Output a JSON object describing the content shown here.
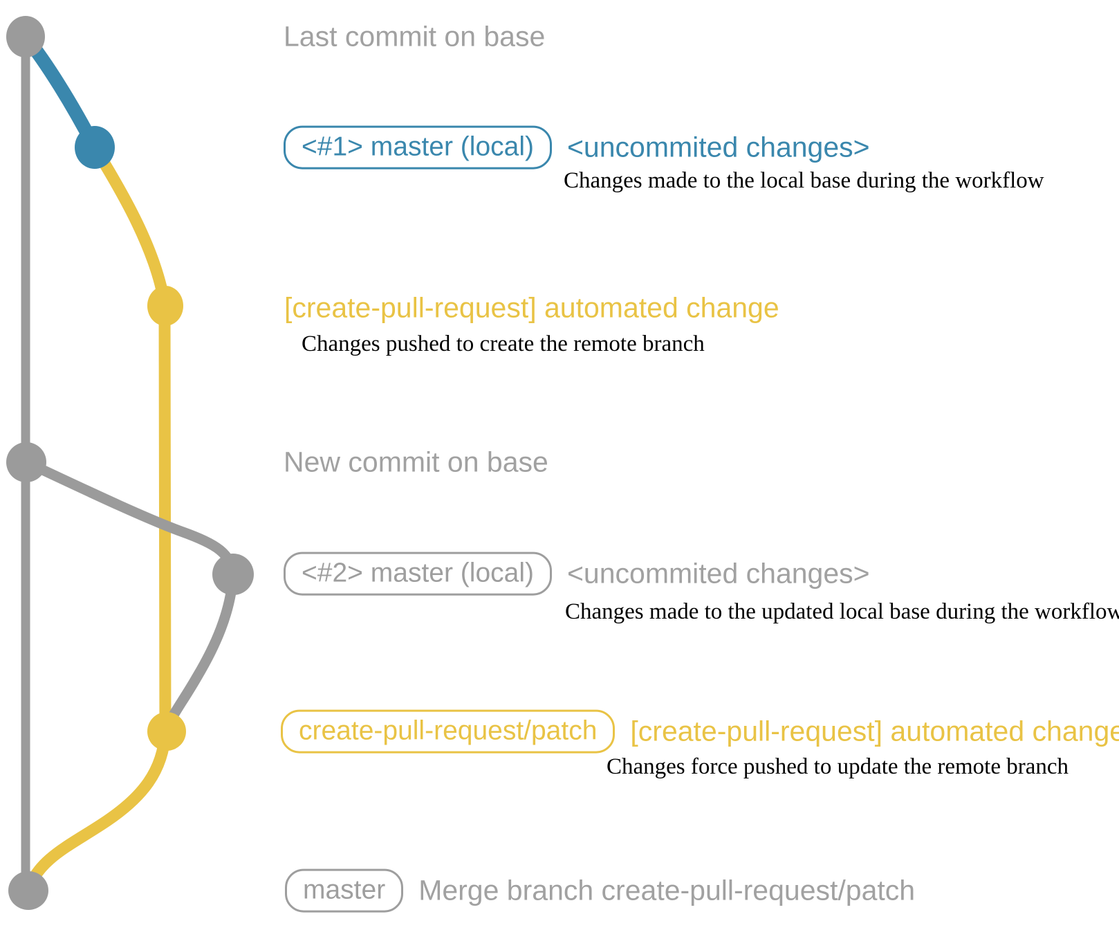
{
  "colors": {
    "gray_graph": "#9b9b9b",
    "gray_text": "#a1a1a1",
    "gray_badge": "#9e9e9e",
    "blue": "#3a87ad",
    "yellow": "#e9c345",
    "description_text": "#000000"
  },
  "graph": {
    "nodes": [
      {
        "id": "last-commit-on-base",
        "color": "gray"
      },
      {
        "id": "local-commit-1",
        "color": "blue"
      },
      {
        "id": "remote-commit-1",
        "color": "yellow"
      },
      {
        "id": "new-commit-on-base",
        "color": "gray"
      },
      {
        "id": "local-commit-2",
        "color": "gray"
      },
      {
        "id": "remote-commit-2",
        "color": "yellow"
      },
      {
        "id": "merge-commit",
        "color": "gray"
      }
    ]
  },
  "annotations": {
    "last_commit_label": "Last commit on base",
    "local1": {
      "branch_badge": "<#1> master (local)",
      "title": "<uncommited changes>",
      "description": "Changes made to the local base during the workflow"
    },
    "push1": {
      "title": "[create-pull-request] automated change",
      "description": "Changes pushed to create the remote branch"
    },
    "new_commit_label": "New commit on base",
    "local2": {
      "branch_badge": "<#2> master (local)",
      "title": "<uncommited changes>",
      "description": "Changes made to the updated local base during the workflow"
    },
    "push2": {
      "branch_badge": "create-pull-request/patch",
      "title": "[create-pull-request] automated change",
      "description": "Changes force pushed to update the remote branch"
    },
    "merge": {
      "branch_badge": "master",
      "label": "Merge branch create-pull-request/patch"
    }
  }
}
